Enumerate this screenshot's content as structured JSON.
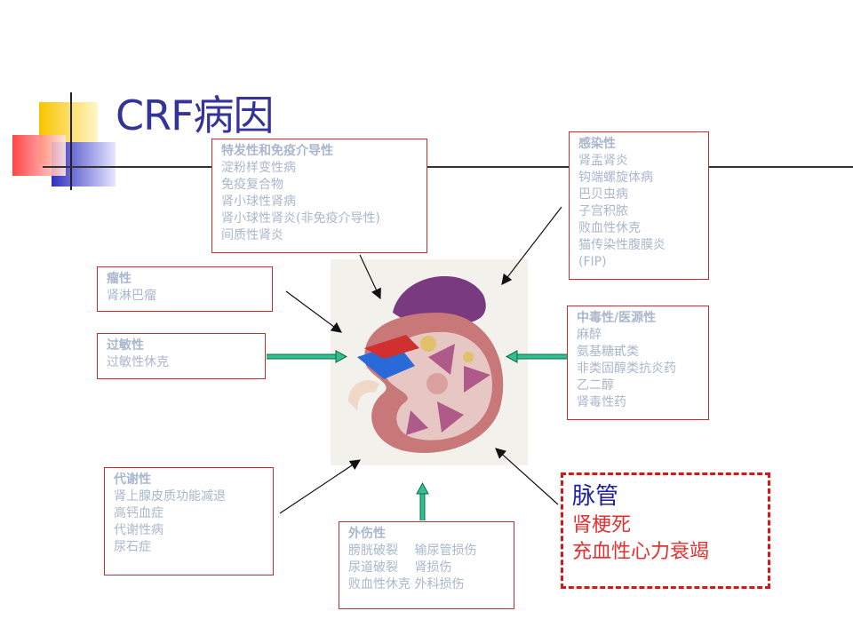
{
  "slide": {
    "title": "CRF病因",
    "colors": {
      "title": "#333399",
      "box_border": "#c03030",
      "box_text": "#a9b7cc",
      "highlight_border": "#d21818",
      "highlight_title": "#2020a0",
      "highlight_text": "#e03030"
    }
  },
  "boxes": {
    "idiopathic": {
      "heading": "特发性和免疫介导性",
      "lines": [
        "淀粉样变性病",
        "免疫复合物",
        "肾小球性肾病",
        "肾小球性肾炎(非免疫介导性)",
        "间质性肾炎"
      ]
    },
    "infection": {
      "heading": "感染性",
      "lines": [
        "肾盂肾炎",
        "钩端螺旋体病",
        "巴贝虫病",
        "子宫积脓",
        "败血性休克",
        "猫传染性腹膜炎",
        "(FIP)"
      ]
    },
    "neoplastic": {
      "heading": "瘤性",
      "lines": [
        "肾淋巴瘤"
      ]
    },
    "allergic": {
      "heading": "过敏性",
      "lines": [
        "过敏性休克"
      ]
    },
    "toxic": {
      "heading": "中毒性/医源性",
      "lines": [
        "麻醉",
        "氨基糖甙类",
        "非类固醇类抗炎药",
        "乙二醇",
        "肾毒性药"
      ]
    },
    "metabolic": {
      "heading": "代谢性",
      "lines": [
        "肾上腺皮质功能减退",
        "高钙血症",
        "代谢性病",
        "尿石症"
      ]
    },
    "trauma": {
      "heading": "外伤性",
      "lines": [
        "膀胱破裂　 输尿管损伤",
        "尿道破裂　 肾损伤",
        "败血性休克 外科损伤"
      ]
    },
    "vascular": {
      "heading": "脉管",
      "lines": [
        "肾梗死",
        "充血性心力衰竭"
      ]
    }
  },
  "illustration": {
    "icon": "kidney-cross-section-icon"
  }
}
